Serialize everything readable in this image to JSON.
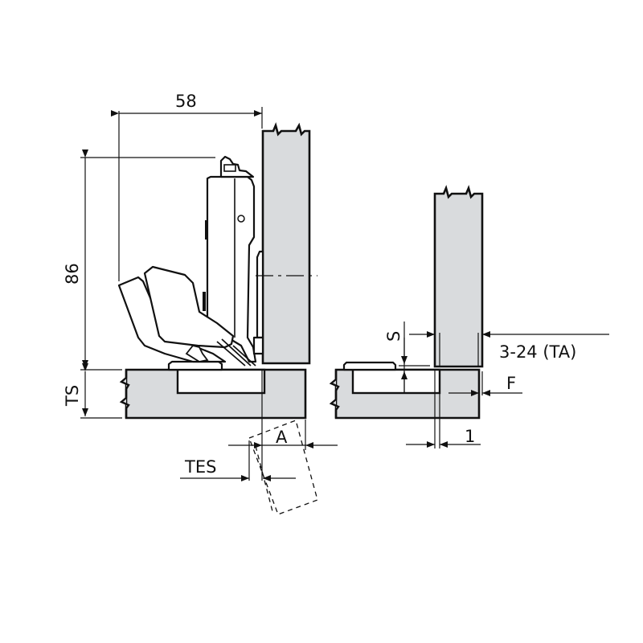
{
  "diagram": {
    "type": "concealed-hinge-installation-drawing",
    "colors": {
      "panel_fill": "#d9dbdd",
      "line": "#111111",
      "background": "#ffffff"
    },
    "dimensions": {
      "width_label": "58",
      "height_label": "86",
      "door_thickness_label": "TS",
      "overlay_label": "A",
      "door_edge_label": "TES",
      "gap_label": "S",
      "side_thickness_label": "3-24 (TA)",
      "reveal_label": "F",
      "offset_label": "1"
    },
    "views": [
      {
        "name": "hinge-open-side-view",
        "components": [
          "cabinet-side-panel",
          "door-panel",
          "hinge-arm",
          "hinge-cup",
          "mounting-plate",
          "door-swing-outline"
        ]
      },
      {
        "name": "closed-detail-view",
        "components": [
          "cabinet-side-panel",
          "door-panel",
          "hinge-cup-recess"
        ]
      }
    ]
  }
}
